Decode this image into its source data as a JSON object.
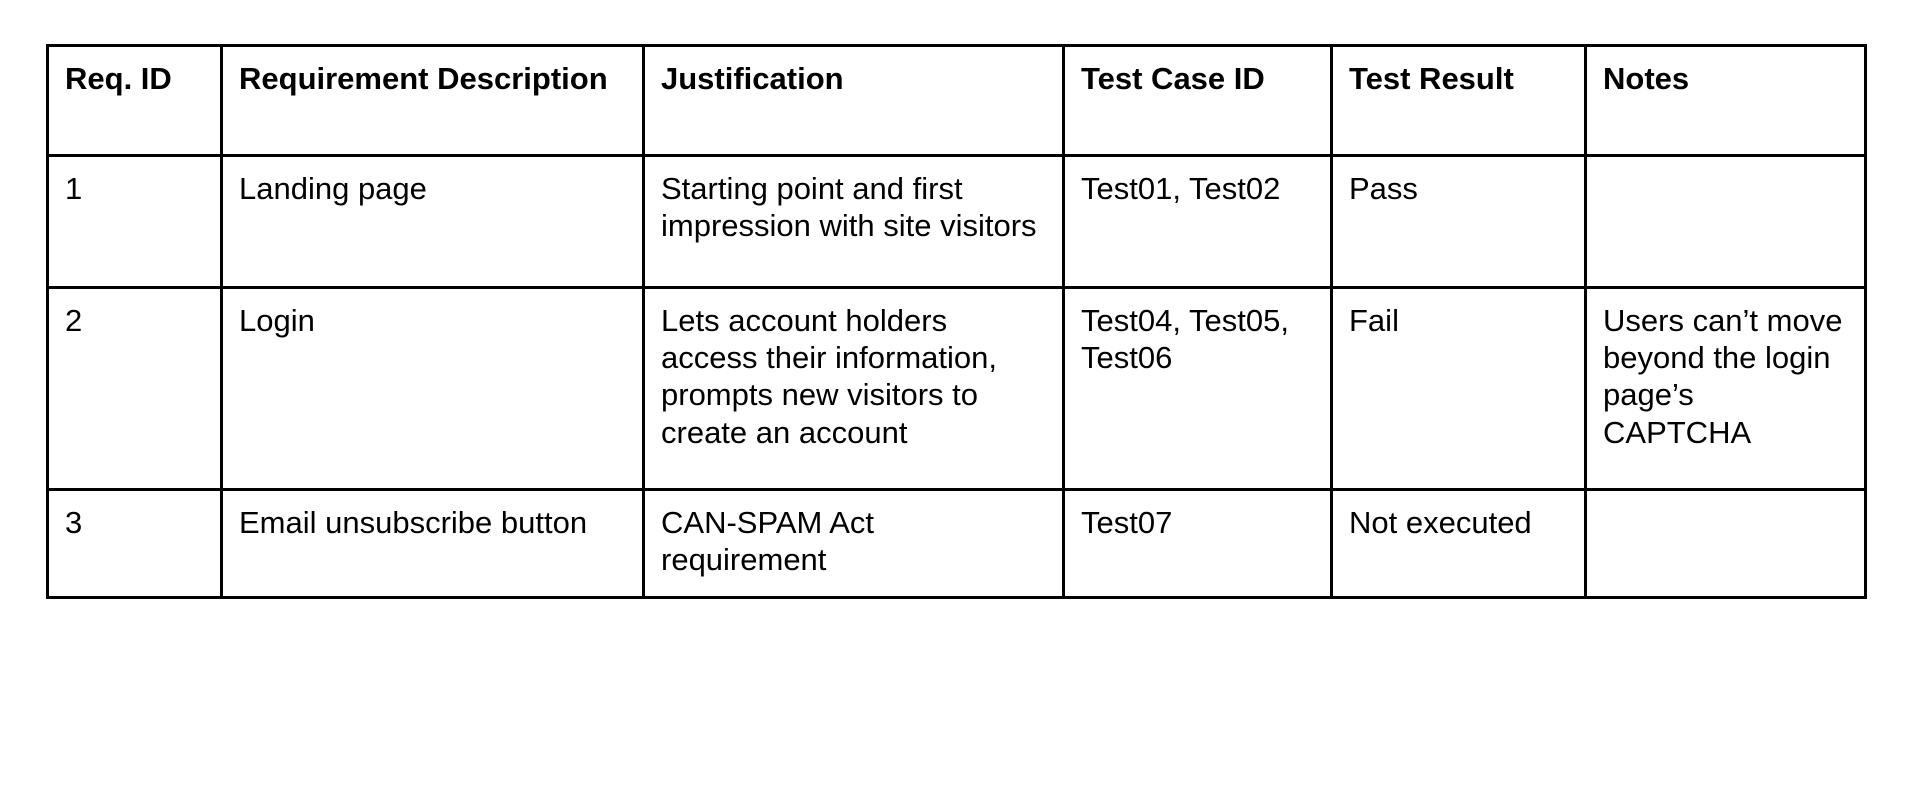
{
  "document": {
    "type": "requirements-traceability-table",
    "background_color": "#ffffff",
    "text_color": "#000000",
    "border_color": "#000000"
  },
  "table": {
    "columns": [
      {
        "key": "req_id",
        "label": "Req. ID"
      },
      {
        "key": "req_desc",
        "label": "Requirement Description"
      },
      {
        "key": "just",
        "label": "Justification"
      },
      {
        "key": "tc_id",
        "label": "Test Case ID"
      },
      {
        "key": "result",
        "label": "Test Result"
      },
      {
        "key": "notes",
        "label": "Notes"
      }
    ],
    "rows": [
      {
        "req_id": "1",
        "req_desc": "Landing page",
        "just": "Starting point and first impression with site visitors",
        "tc_id": "Test01, Test02",
        "result": "Pass",
        "notes": ""
      },
      {
        "req_id": "2",
        "req_desc": "Login",
        "just": "Lets account holders access their information, prompts new visitors to create an account",
        "tc_id": "Test04, Test05, Test06",
        "result": "Fail",
        "notes": "Users can’t move beyond the login page’s CAPTCHA"
      },
      {
        "req_id": "3",
        "req_desc": "Email unsubscribe button",
        "just": "CAN-SPAM Act requirement",
        "tc_id": "Test07",
        "result": "Not executed",
        "notes": ""
      }
    ]
  }
}
